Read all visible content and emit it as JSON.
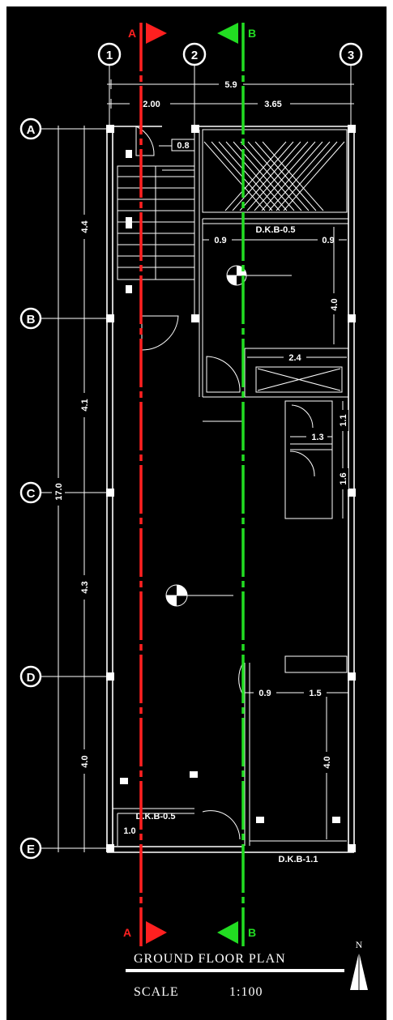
{
  "drawing": {
    "title": "GROUND  FLOOR  PLAN",
    "scale_label": "SCALE",
    "scale_value": "1:100",
    "north_label": "N"
  },
  "grid": {
    "columns": [
      "1",
      "2",
      "3"
    ],
    "rows": [
      "A",
      "B",
      "C",
      "D",
      "E"
    ]
  },
  "sections": {
    "a": {
      "label": "A",
      "color": "#ff2020"
    },
    "b": {
      "label": "B",
      "color": "#22dd22"
    }
  },
  "dimensions": {
    "total_width": "5.9",
    "bay_1_2": "2.00",
    "bay_2_3": "3.65",
    "total_length": "17.0",
    "ab": "4.4",
    "bc": "4.1",
    "cd": "4.3",
    "de": "4.0",
    "door_w1": "0.8",
    "room_left": "0.9",
    "room_right": "0.9",
    "room_height": "4.0",
    "kitchen_w": "2.4",
    "wc_w": "1.3",
    "wc_h1": "1.1",
    "wc_h2": "1.6",
    "hall_left": "0.9",
    "hall_right": "1.5",
    "bottom_room_h": "4.0",
    "entrance": "1.0",
    "dkb1": "D.K.B-0.5",
    "dkb2": "D.K.B-0.5",
    "dkb3": "D.K.B-1.1"
  },
  "colors": {
    "background": "#000000",
    "lines": "#ffffff"
  }
}
